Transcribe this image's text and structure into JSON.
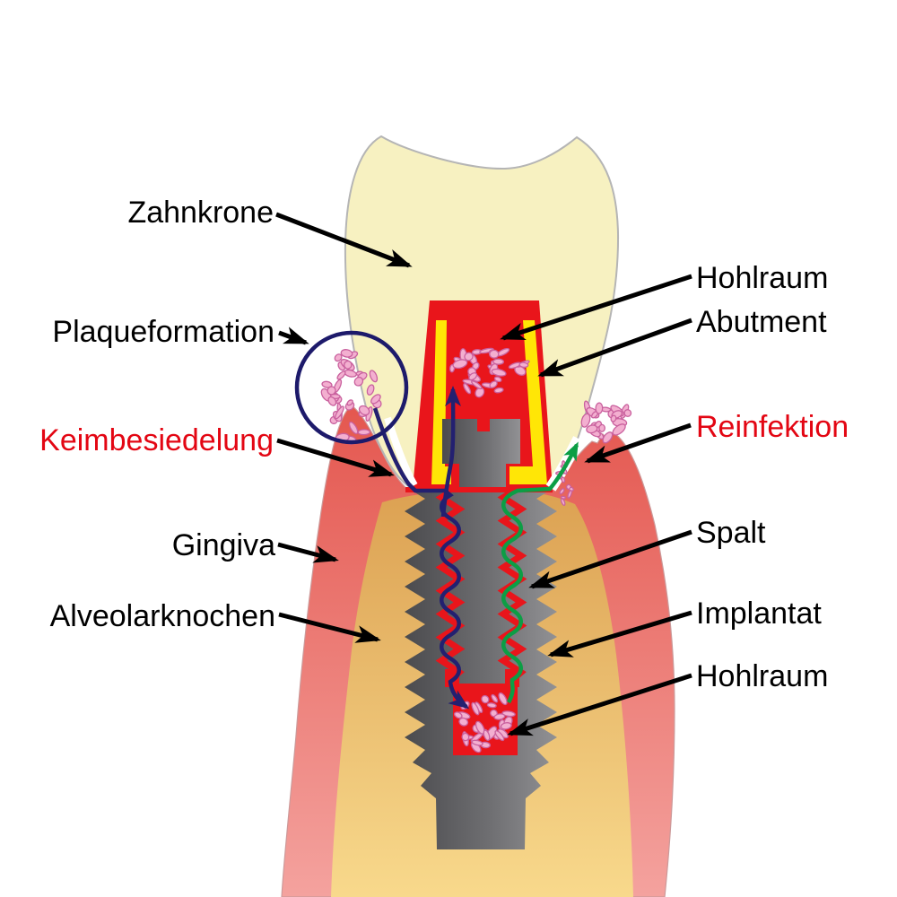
{
  "figure": {
    "kind": "dental-implant-cross-section-diagram",
    "language": "German",
    "description": "Cross-section of a dental implant with crown showing bacterial colonization and reinfection pathways"
  },
  "labels": {
    "zahnkrone": {
      "text": "Zahnkrone",
      "color": "black"
    },
    "plaqueformation": {
      "text": "Plaqueformation",
      "color": "black"
    },
    "keimbesiedelung": {
      "text": "Keimbesiedelung",
      "color": "red"
    },
    "gingiva": {
      "text": "Gingiva",
      "color": "black"
    },
    "alveolarknochen": {
      "text": "Alveolarknochen",
      "color": "black"
    },
    "hohlraum_top": {
      "text": "Hohlraum",
      "color": "black"
    },
    "abutment": {
      "text": "Abutment",
      "color": "black"
    },
    "reinfektion": {
      "text": "Reinfektion",
      "color": "red"
    },
    "spalt": {
      "text": "Spalt",
      "color": "black"
    },
    "implantat": {
      "text": "Implantat",
      "color": "black"
    },
    "hohlraum_bottom": {
      "text": "Hohlraum",
      "color": "black"
    }
  },
  "colors": {
    "background": "#FFFFFF",
    "crown": "#F7F1C1",
    "crown_outline": "#B5B5B5",
    "gingiva_top": "#E4574F",
    "gingiva_bottom": "#F4A29E",
    "bone_top": "#DCA152",
    "bone_bottom": "#F8D98C",
    "gap_red": "#E9151B",
    "crown_margin_yellow": "#FFE606",
    "implant_gray_dark": "#4B4B4E",
    "implant_gray_light": "#919194",
    "bacteria_fill": "#F3AFD0",
    "bacteria_outline": "#C9619E",
    "pathway_blue": "#232070",
    "pathway_green": "#0C9E45",
    "plaque_circle": "#1D1A6B",
    "label_red": "#E30613",
    "label_black": "#000000"
  }
}
